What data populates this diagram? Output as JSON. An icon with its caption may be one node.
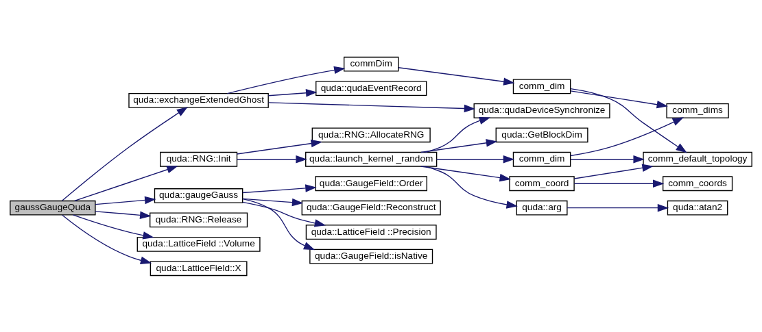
{
  "diagram": {
    "nodes": [
      {
        "text": [
          "gaussGaugeQuda"
        ]
      },
      {
        "text": [
          "quda::exchangeExtendedGhost"
        ]
      },
      {
        "text": [
          "commDim"
        ]
      },
      {
        "text": [
          "quda::qudaEventRecord"
        ]
      },
      {
        "text": [
          "comm_dim"
        ]
      },
      {
        "text": [
          "quda::qudaDeviceSynchronize"
        ]
      },
      {
        "text": [
          "comm_dims"
        ]
      },
      {
        "text": [
          "quda::RNG::Init"
        ]
      },
      {
        "text": [
          "quda::RNG::AllocateRNG"
        ]
      },
      {
        "text": [
          "quda::launch_kernel _random"
        ]
      },
      {
        "text": [
          "quda::GetBlockDim"
        ]
      },
      {
        "text": [
          "comm_dim"
        ]
      },
      {
        "text": [
          "comm_default_topology"
        ]
      },
      {
        "text": [
          "comm_coord"
        ]
      },
      {
        "text": [
          "comm_coords"
        ]
      },
      {
        "text": [
          "quda::gaugeGauss"
        ]
      },
      {
        "text": [
          "quda::GaugeField::isNative"
        ]
      },
      {
        "text": [
          "quda::GaugeField::Order"
        ]
      },
      {
        "text": [
          "quda::GaugeField::Reconstruct"
        ]
      },
      {
        "text": [
          "quda::LatticeField ::Precision"
        ]
      },
      {
        "text": [
          "quda::arg"
        ]
      },
      {
        "text": [
          "quda::atan2"
        ]
      },
      {
        "text": [
          "quda::RNG::Release"
        ]
      },
      {
        "text": [
          "quda::LatticeField ::Volume"
        ]
      },
      {
        "text": [
          "quda::LatticeField::X"
        ]
      }
    ],
    "edges": [
      {
        "from": 0,
        "to": 1,
        "arrow": "to"
      },
      {
        "from": 0,
        "to": 7,
        "arrow": "to"
      },
      {
        "from": 0,
        "to": 15,
        "arrow": "to"
      },
      {
        "from": 0,
        "to": 22,
        "arrow": "to"
      },
      {
        "from": 0,
        "to": 23,
        "arrow": "to"
      },
      {
        "from": 0,
        "to": 24,
        "arrow": "to"
      },
      {
        "from": 1,
        "to": 2,
        "arrow": "to"
      },
      {
        "from": 1,
        "to": 3,
        "arrow": "to"
      },
      {
        "from": 1,
        "to": 5,
        "arrow": "to"
      },
      {
        "from": 2,
        "to": 4,
        "arrow": "to"
      },
      {
        "from": 4,
        "to": 6,
        "arrow": "to"
      },
      {
        "from": 4,
        "to": 12,
        "arrow": "to"
      },
      {
        "from": 7,
        "to": 8,
        "arrow": "to"
      },
      {
        "from": 7,
        "to": 9,
        "arrow": "to"
      },
      {
        "from": 9,
        "to": 5,
        "arrow": "to"
      },
      {
        "from": 9,
        "to": 10,
        "arrow": "to"
      },
      {
        "from": 9,
        "to": 11,
        "arrow": "to"
      },
      {
        "from": 9,
        "to": 13,
        "arrow": "to"
      },
      {
        "from": 9,
        "to": 20,
        "arrow": "to"
      },
      {
        "from": 11,
        "to": 6,
        "arrow": "to"
      },
      {
        "from": 11,
        "to": 12,
        "arrow": "to"
      },
      {
        "from": 13,
        "to": 12,
        "arrow": "to"
      },
      {
        "from": 13,
        "to": 14,
        "arrow": "to"
      },
      {
        "from": 15,
        "to": 16,
        "arrow": "to"
      },
      {
        "from": 15,
        "to": 17,
        "arrow": "to"
      },
      {
        "from": 15,
        "to": 18,
        "arrow": "to"
      },
      {
        "from": 15,
        "to": 19,
        "arrow": "to"
      },
      {
        "from": 20,
        "to": 21,
        "arrow": "to"
      }
    ]
  }
}
